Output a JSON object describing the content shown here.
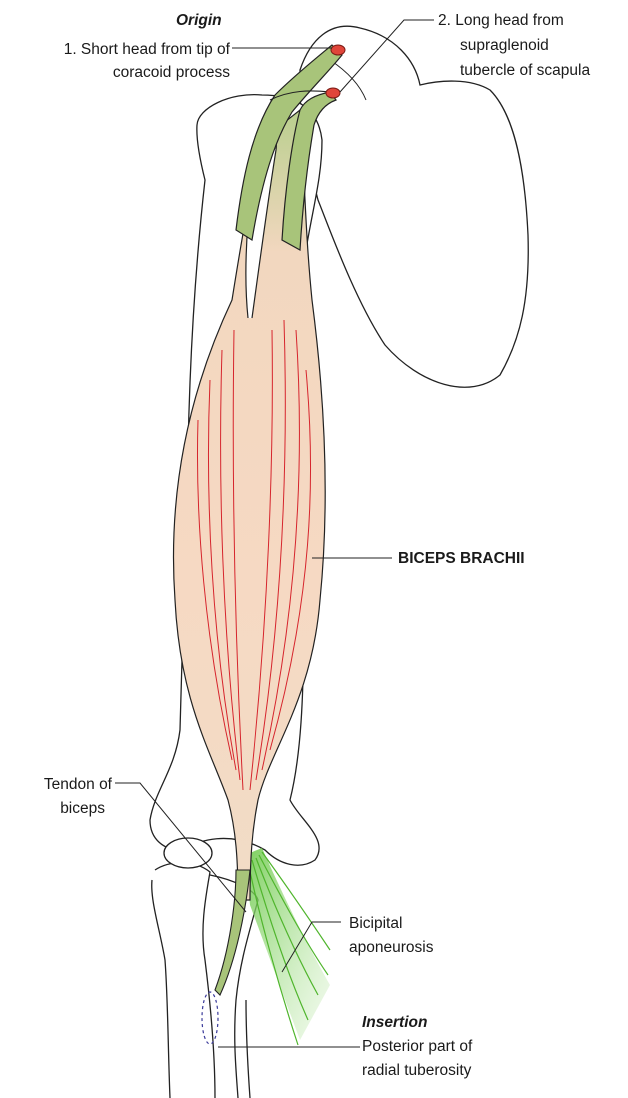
{
  "origin": {
    "heading": "Origin",
    "short_head_line1": "1. Short head from tip of",
    "short_head_line2": "coracoid process",
    "long_head_line1": "2. Long head from",
    "long_head_line2": "supraglenoid",
    "long_head_line3": "tubercle of scapula"
  },
  "muscle": {
    "name": "BICEPS BRACHII"
  },
  "tendon": {
    "line1": "Tendon of",
    "line2": "biceps"
  },
  "aponeurosis": {
    "line1": "Bicipital",
    "line2": "aponeurosis"
  },
  "insertion": {
    "heading": "Insertion",
    "line1": "Posterior part of",
    "line2": "radial tuberosity"
  },
  "colors": {
    "tendon_green": "#a8c47a",
    "aponeurosis_green": "#5bbf3c",
    "muscle_fill": "#f6d9c3",
    "fiber_red": "#d6242c",
    "origin_marker": "#e0453a",
    "outline": "#222222"
  }
}
